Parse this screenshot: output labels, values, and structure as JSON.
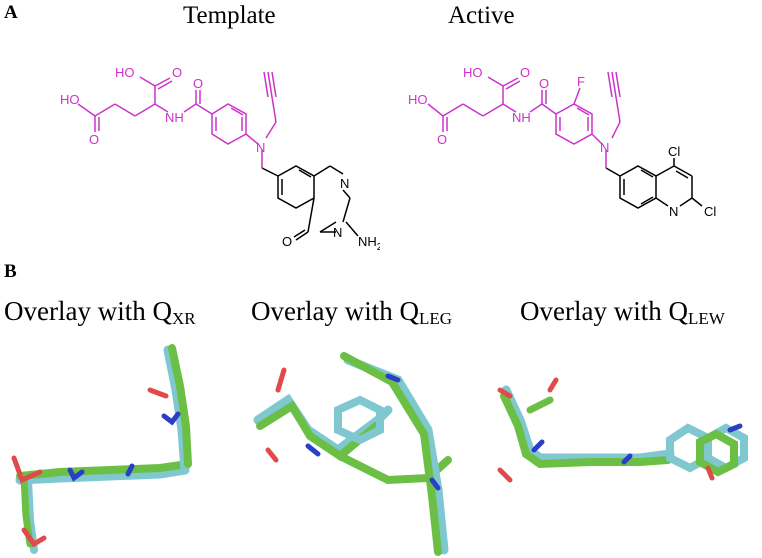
{
  "panel_a": {
    "label": "A",
    "template_heading": "Template",
    "active_heading": "Active",
    "template_atoms": {
      "oh1": "HO",
      "o1": "O",
      "oh2": "HO",
      "o2": "O",
      "nh": "NH",
      "o3": "O",
      "n": "N",
      "n1": "N",
      "n2": "N",
      "o4": "O",
      "nh2": "NH",
      "nh2_sub": "2"
    },
    "active_atoms": {
      "oh1": "HO",
      "o1": "O",
      "oh2": "HO",
      "o2": "O",
      "nh": "NH",
      "o3": "O",
      "f": "F",
      "n": "N",
      "cl1": "Cl",
      "n1": "N",
      "cl2": "Cl"
    },
    "colors": {
      "fragment": "#cc33cc",
      "core": "#000000"
    }
  },
  "panel_b": {
    "label": "B",
    "overlays": [
      {
        "title": "Overlay with Q",
        "sub": "XR"
      },
      {
        "title": "Overlay with Q",
        "sub": "LEG"
      },
      {
        "title": "Overlay with Q",
        "sub": "LEW"
      }
    ],
    "colors": {
      "green": "#6cbf45",
      "cyan": "#7fc8d0",
      "nitrogen": "#2b3fc4",
      "oxygen": "#e04a4a"
    }
  }
}
